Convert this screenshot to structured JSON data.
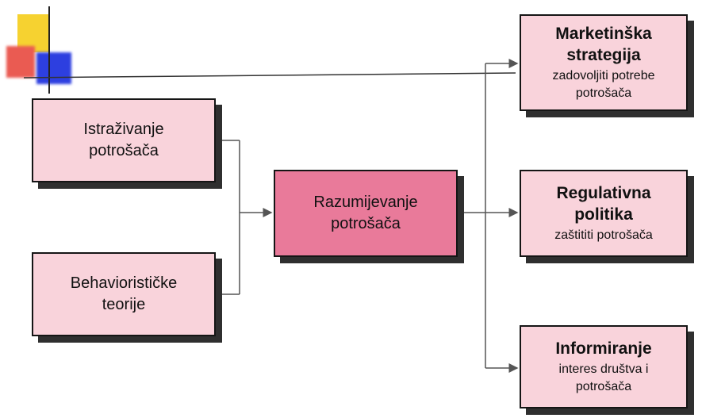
{
  "logo": {
    "colors": [
      "#f6d230",
      "#ea5b52",
      "#2d3fe0"
    ]
  },
  "nodes": {
    "research": {
      "line1": "Istraživanje",
      "line2": "potrošača"
    },
    "behavior": {
      "line1": "Behaviorističke",
      "line2": "teorije"
    },
    "understanding": {
      "line1": "Razumijevanje",
      "line2": "potrošača"
    },
    "marketing": {
      "title1": "Marketinška",
      "title2": "strategija",
      "sub1": "zadovoljiti potrebe",
      "sub2": "potrošača"
    },
    "regulatory": {
      "title1": "Regulativna",
      "title2": "politika",
      "sub1": "zaštititi potrošača"
    },
    "information": {
      "title1": "Informiranje",
      "sub1": "interes društva i",
      "sub2": "potrošača"
    }
  },
  "colors": {
    "box_fill": "#f9d3db",
    "center_fill": "#e97a9a",
    "line": "#555555"
  }
}
